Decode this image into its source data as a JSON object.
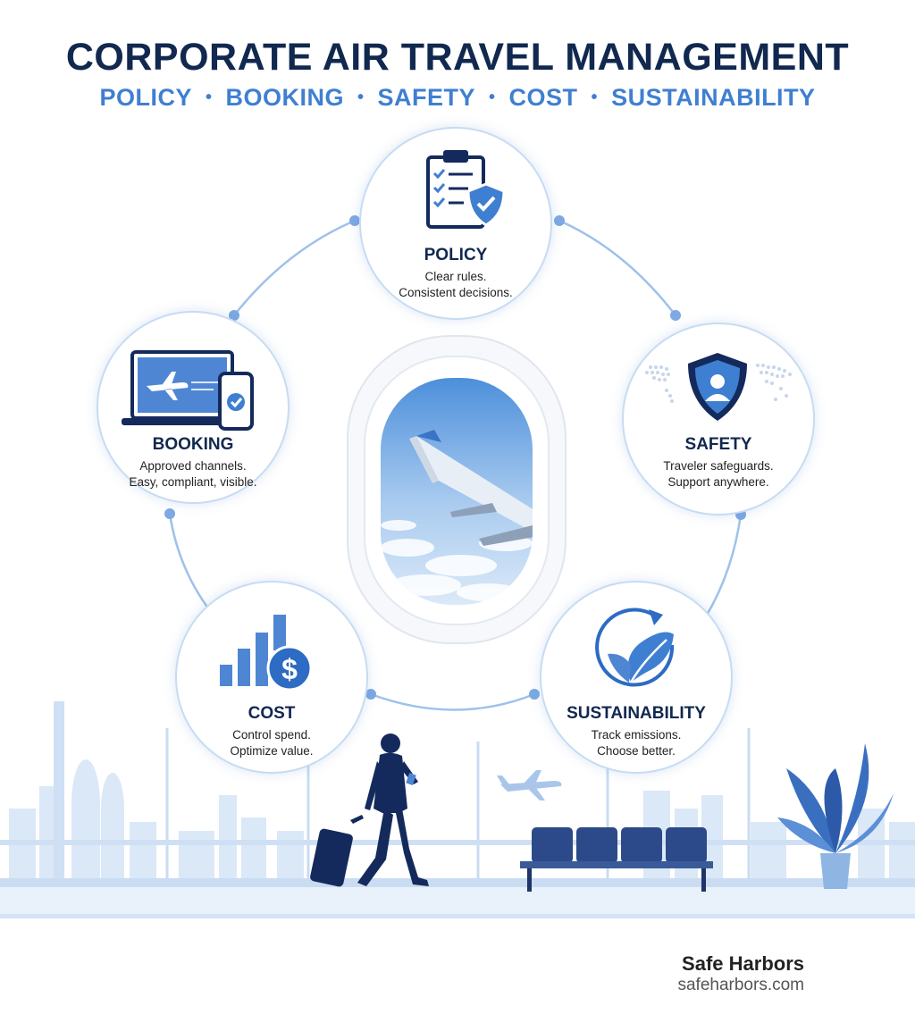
{
  "title": "CORPORATE AIR TRAVEL MANAGEMENT",
  "subtitle_items": [
    "POLICY",
    "BOOKING",
    "SAFETY",
    "COST",
    "SUSTAINABILITY"
  ],
  "nodes": {
    "policy": {
      "label": "POLICY",
      "desc1": "Clear rules.",
      "desc2": "Consistent decisions."
    },
    "booking": {
      "label": "BOOKING",
      "desc1": "Approved channels.",
      "desc2": "Easy, compliant, visible."
    },
    "safety": {
      "label": "SAFETY",
      "desc1": "Traveler safeguards.",
      "desc2": "Support anywhere."
    },
    "cost": {
      "label": "COST",
      "desc1": "Control spend.",
      "desc2": "Optimize value."
    },
    "sustainability": {
      "label": "SUSTAINABILITY",
      "desc1": "Track emissions.",
      "desc2": "Choose better."
    }
  },
  "brand": {
    "name": "Safe Harbors",
    "url": "safeharbors.com"
  },
  "colors": {
    "navy": "#11284f",
    "accent": "#3f7fd1",
    "light": "#c6dcf3"
  }
}
